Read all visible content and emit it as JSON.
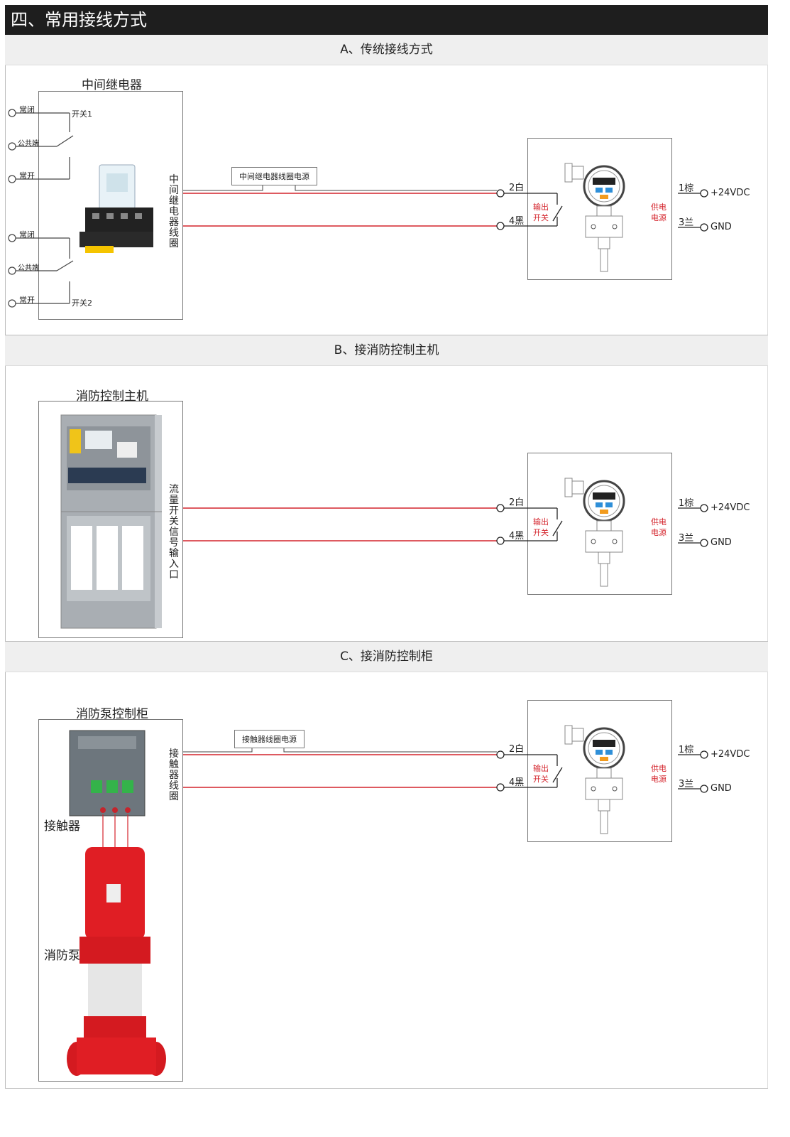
{
  "header": {
    "title": "四、常用接线方式"
  },
  "sectionA": {
    "title": "A、传统接线方式",
    "relay_caption": "中间继电器",
    "contacts": [
      {
        "label": "常闭"
      },
      {
        "label": "公共端"
      },
      {
        "label": "常开"
      },
      {
        "label": "常闭"
      },
      {
        "label": "公共端"
      },
      {
        "label": "常开"
      }
    ],
    "switch1": "开关1",
    "switch2": "开关2",
    "coil_label": "中间继电器线圈",
    "power_tag": "中间继电器线圈电源"
  },
  "sectionB": {
    "title": "B、接消防控制主机",
    "host_caption": "消防控制主机",
    "input_label": "流量开关信号输入口"
  },
  "sectionC": {
    "title": "C、接消防控制柜",
    "cabinet_caption": "消防泵控制柜",
    "coil_label": "接触器线圈",
    "power_tag": "接触器线圈电源",
    "contactor_label": "接触器",
    "pump_label": "消防泵"
  },
  "device": {
    "wire2": "2白",
    "wire4": "4黑",
    "wire1": "1棕",
    "wire3": "3兰",
    "output_switch_1": "输出",
    "output_switch_2": "开关",
    "supply_1": "供电",
    "supply_2": "电源",
    "plus24": "+24VDC",
    "gnd": "GND"
  },
  "colors": {
    "wire_red": "#d4232b",
    "header_bg": "#1e1e1e",
    "section_bg": "#efefef"
  }
}
